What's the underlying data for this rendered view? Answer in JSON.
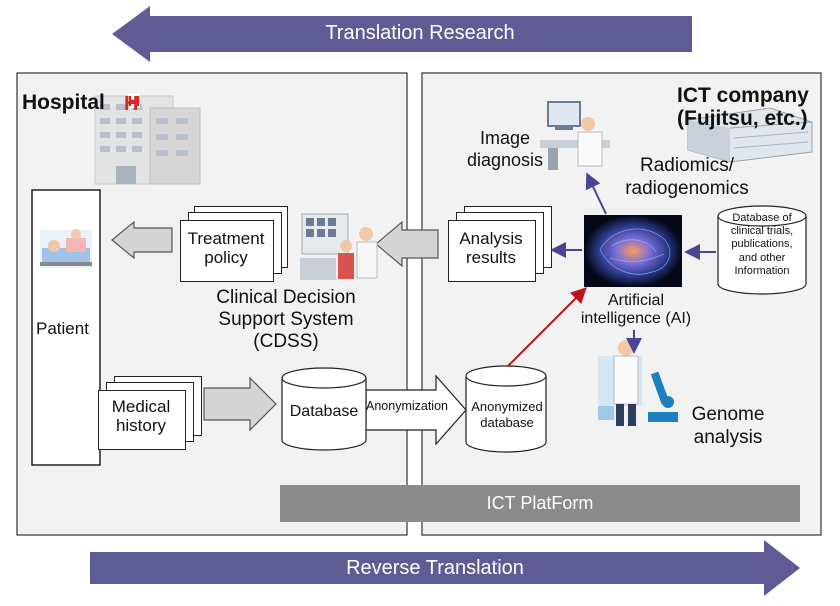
{
  "top_arrow": {
    "label": "Translation Research"
  },
  "bottom_arrow": {
    "label": "Reverse Translation"
  },
  "hospital": {
    "title": "Hospital",
    "patient": "Patient",
    "medical_history": [
      "Medical",
      "history"
    ],
    "treatment_policy": [
      "Treatment",
      "policy"
    ],
    "cdss": [
      "Clinical Decision",
      "Support System",
      "(CDSS)"
    ],
    "database": "Database"
  },
  "ict": {
    "title": [
      "ICT company",
      "(Fujitsu, etc.)"
    ],
    "image_diagnosis": [
      "Image",
      "diagnosis"
    ],
    "radiomics": [
      "Radiomics/",
      "radiogenomics"
    ],
    "analysis_results": [
      "Analysis",
      "results"
    ],
    "external_db": [
      "Database of",
      "clinical trials,",
      "publications,",
      "and other",
      "Information"
    ],
    "ai": [
      "Artificial",
      "intelligence (AI)"
    ],
    "genome": [
      "Genome",
      "analysis"
    ],
    "anonymized_db": [
      "Anonymized",
      "database"
    ],
    "platform": "ICT PlatForm"
  },
  "anonymization": "Anonymization",
  "colors": {
    "banner": "#5f5b94",
    "panel": "#f2f2f2",
    "platform": "#8b8b8b",
    "red_arrow": "#c0141a",
    "blue_arrow": "#4a4494"
  }
}
